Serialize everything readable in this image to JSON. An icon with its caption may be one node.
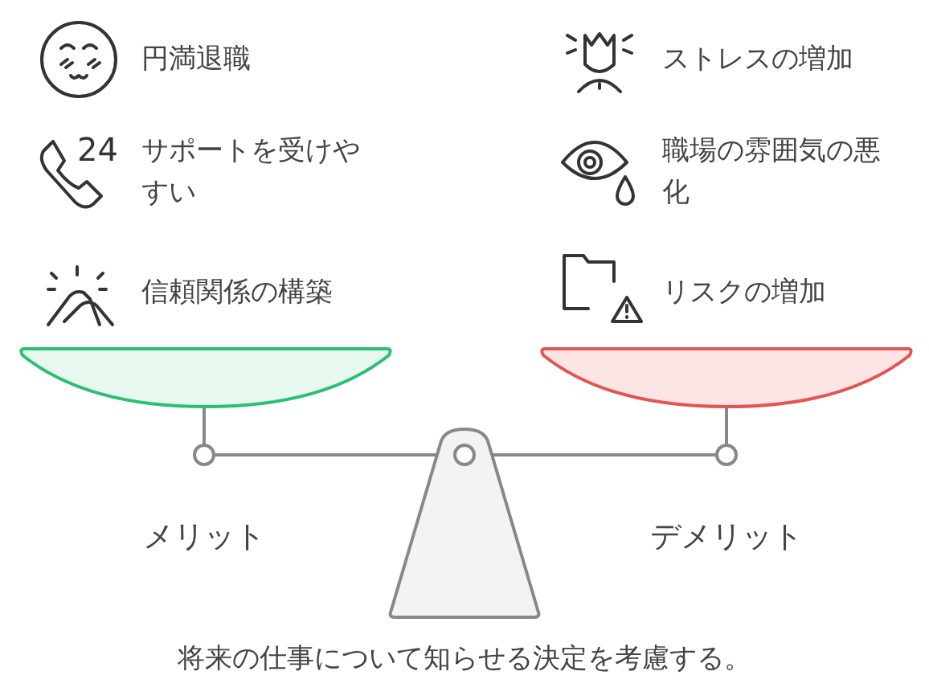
{
  "diagram": {
    "caption": "将来の仕事について知らせる決定を考慮する。",
    "labels": [
      "円満退職",
      "ストレスの増加",
      "24",
      "サポートを受けやすい",
      "職場の雰囲気の悪化",
      "信頼関係の構築",
      "リスクの増加",
      "メリット",
      "デメリット"
    ]
  }
}
